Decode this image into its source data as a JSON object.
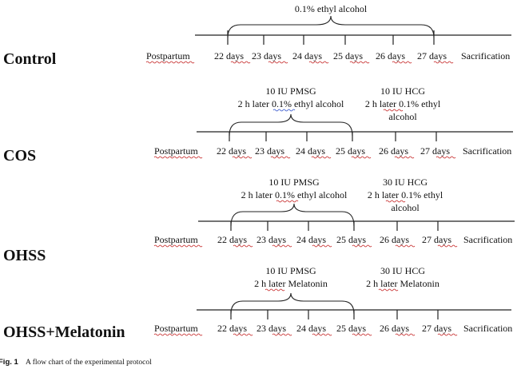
{
  "rows": [
    {
      "group": "Control",
      "labels": [
        "Postpartum",
        "22 days",
        "23 days",
        "24 days",
        "25 days",
        "26 days",
        "27 days",
        "Sacrification"
      ],
      "brace_text": [
        "0.1% ethyl alcohol"
      ],
      "hcg_text": []
    },
    {
      "group": "COS",
      "labels": [
        "Postpartum",
        "22 days",
        "23 days",
        "24 days",
        "25 days",
        "26 days",
        "27 days",
        "Sacrification"
      ],
      "brace_text": [
        "10 IU PMSG",
        "2 h later 0.1% ethyl alcohol"
      ],
      "hcg_text": [
        "10 IU HCG",
        "2 h later 0.1% ethyl",
        "alcohol"
      ]
    },
    {
      "group": "OHSS",
      "labels": [
        "Postpartum",
        "22 days",
        "23 days",
        "24 days",
        "25 days",
        "26 days",
        "27 days",
        "Sacrification"
      ],
      "brace_text": [
        "10 IU PMSG",
        "2 h later 0.1% ethyl alcohol"
      ],
      "hcg_text": [
        "30 IU HCG",
        "2 h later 0.1% ethyl",
        "alcohol"
      ]
    },
    {
      "group": "OHSS+Melatonin",
      "labels": [
        "Postpartum",
        "22 days",
        "23 days",
        "24 days",
        "25 days",
        "26 days",
        "27 days",
        "Sacrification"
      ],
      "brace_text": [
        "10 IU PMSG",
        "2 h later Melatonin"
      ],
      "hcg_text": [
        "30 IU HCG",
        "2 h later Melatonin"
      ]
    }
  ],
  "caption": {
    "label": "Fig. 1",
    "text": "A flow chart of the experimental protocol"
  }
}
